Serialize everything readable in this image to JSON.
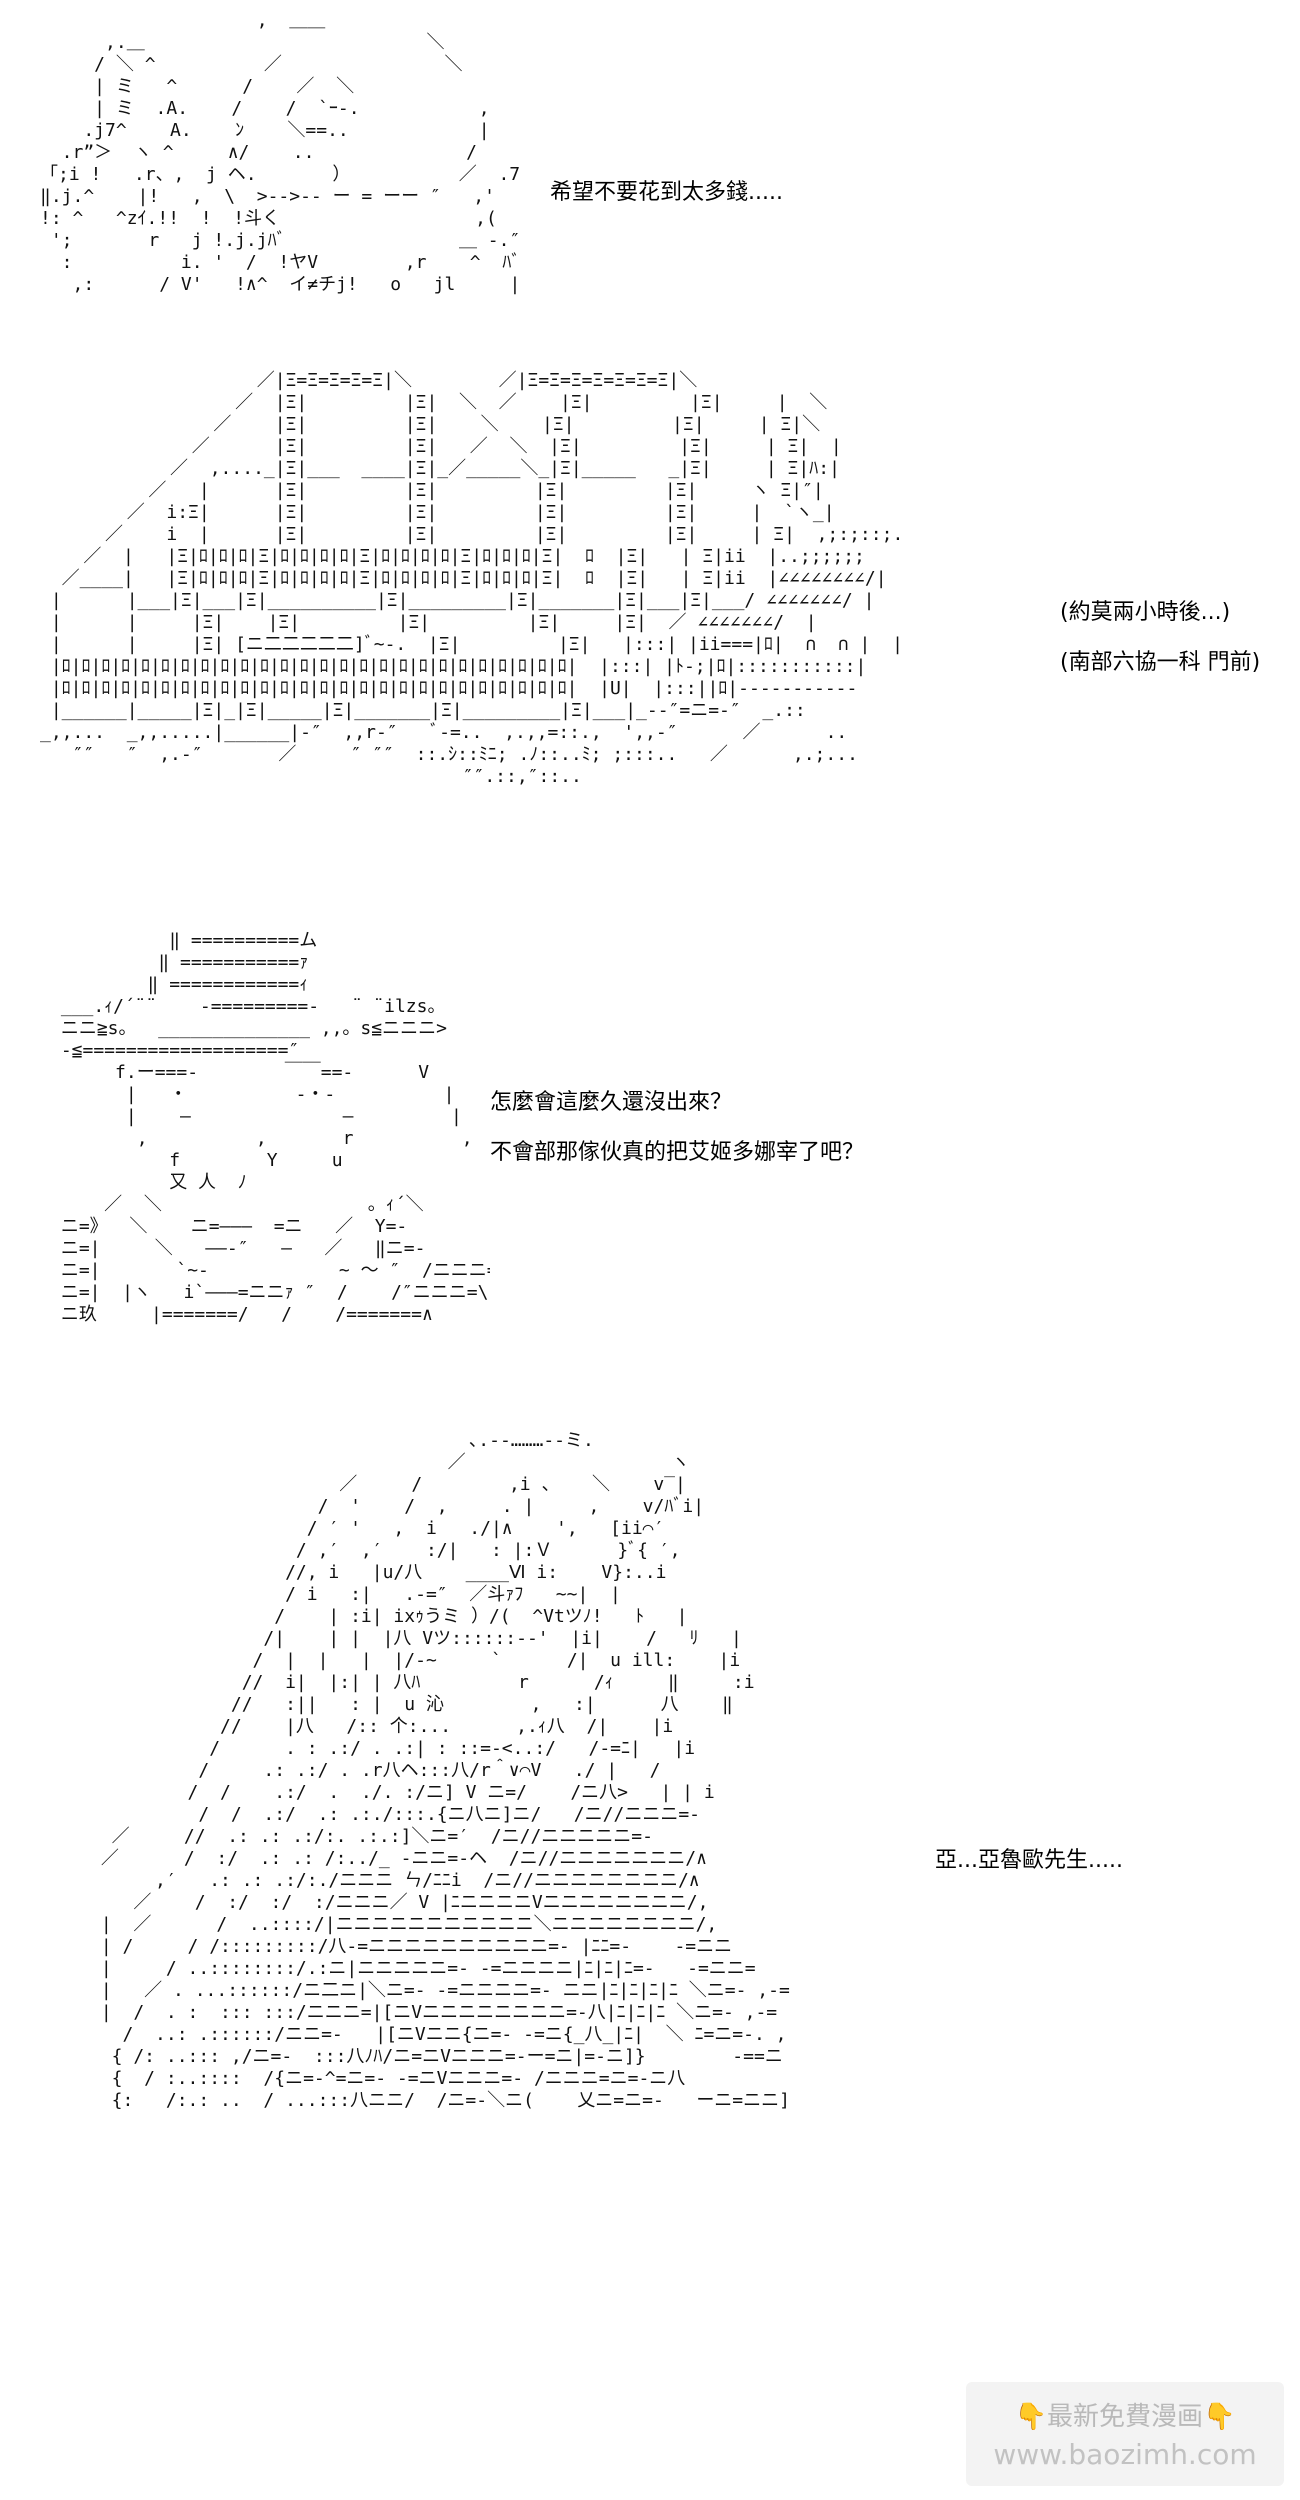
{
  "panels": [
    {
      "id": "bird",
      "captions": [
        "希望不要花到太多錢....."
      ]
    },
    {
      "id": "building",
      "captions": [
        "(約莫兩小時後...)",
        "(南部六協一科 門前)"
      ]
    },
    {
      "id": "hat-man",
      "captions": [
        "怎麼會這麼久還沒出來？",
        "不會部那傢伙真的把艾姬多娜宰了吧？"
      ]
    },
    {
      "id": "girl",
      "captions": [
        "亞...亞魯歐先生....."
      ]
    }
  ],
  "watermark": {
    "line1": "最新免費漫画",
    "line2": "www.baozimh.com",
    "hand_icon": "pointing-down-hand-icon"
  }
}
